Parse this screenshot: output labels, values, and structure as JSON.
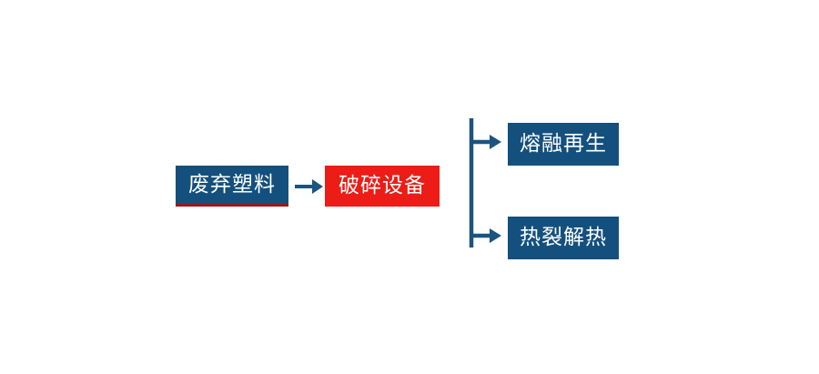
{
  "diagram": {
    "title": "",
    "type": "process-flow",
    "background_color": "#ffffff",
    "colors": {
      "primary_blue": "#14507e",
      "accent_red": "#ed1c16",
      "underline_dark_red": "#9c1620",
      "connector_navy": "#1c5480",
      "node_text": "#ffffff"
    },
    "nodes": [
      {
        "id": "source",
        "label": "废弃塑料",
        "fill": "#14507e",
        "text_color": "#ffffff",
        "accent_border": "#9c1620"
      },
      {
        "id": "process",
        "label": "破碎设备",
        "fill": "#ed1c16",
        "text_color": "#ffffff"
      },
      {
        "id": "output_top",
        "label": "熔融再生",
        "fill": "#14507e",
        "text_color": "#ffffff"
      },
      {
        "id": "output_bottom",
        "label": "热裂解热",
        "fill": "#14507e",
        "text_color": "#ffffff"
      }
    ],
    "connectors": [
      {
        "id": "source-to-process",
        "icon": "arrow-right-icon",
        "from": "source",
        "to": "process",
        "color": "#1c5480"
      },
      {
        "id": "process-branch",
        "icon": "branch-split-icon",
        "from": "process",
        "to": [
          "output_top",
          "output_bottom"
        ],
        "color": "#1c5480"
      }
    ]
  }
}
